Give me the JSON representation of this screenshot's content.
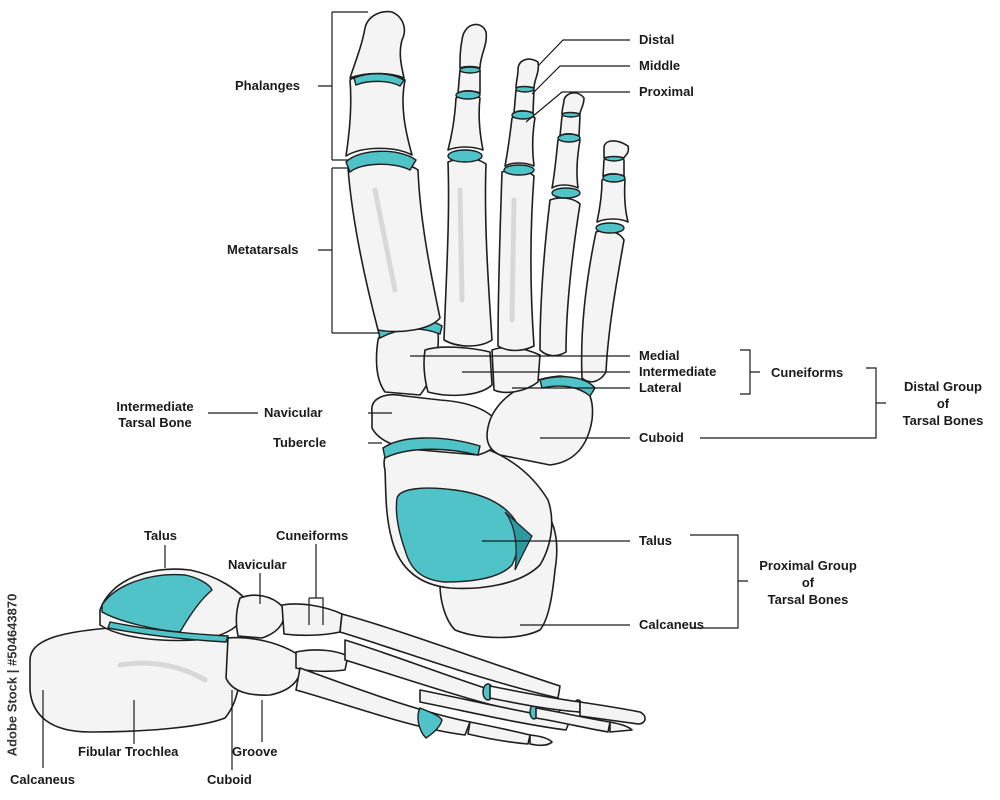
{
  "stock_id": "Adobe Stock | #504643870",
  "colors": {
    "cartilage": "#4fc3c8",
    "bone": "#f4f4f4",
    "outline": "#1e1e1e"
  },
  "dorsal": {
    "phalanges": "Phalanges",
    "distal": "Distal",
    "middle": "Middle",
    "proximal": "Proximal",
    "metatarsals": "Metatarsals",
    "medial": "Medial",
    "intermediate": "Intermediate",
    "lateral": "Lateral",
    "cuneiforms_group": "Cuneiforms",
    "distal_group": [
      "Distal Group",
      "of",
      "Tarsal Bones"
    ],
    "intermediate_tarsal": [
      "Intermediate",
      "Tarsal Bone"
    ],
    "navicular": "Navicular",
    "tubercle": "Tubercle",
    "cuboid": "Cuboid",
    "talus": "Talus",
    "calcaneus": "Calcaneus",
    "proximal_group": [
      "Proximal Group",
      "of",
      "Tarsal Bones"
    ]
  },
  "lateral_view": {
    "talus": "Talus",
    "navicular": "Navicular",
    "cuneiforms": "Cuneiforms",
    "fibular_trochlea": "Fibular Trochlea",
    "groove": "Groove",
    "calcaneus": "Calcaneus",
    "cuboid": "Cuboid"
  }
}
